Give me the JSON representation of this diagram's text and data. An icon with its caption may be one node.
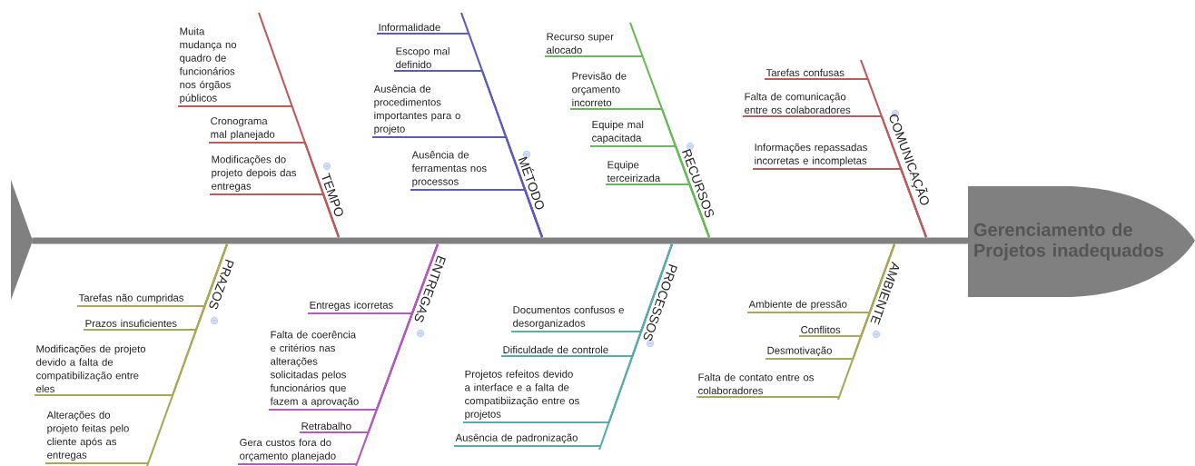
{
  "diagram": {
    "nodes": [
      {
        "text": [
          "Gerenciamento de Projetos inadequados"
        ]
      },
      {
        "text": [],
        "shape": "bar"
      },
      {
        "text": [
          "Muita mudança no quadro de funcionários nos órgãos públicos"
        ]
      },
      {
        "text": [
          "Cronograma mal planejado"
        ]
      },
      {
        "text": [
          "Modificações do projeto depois das entregas"
        ]
      },
      {
        "text": [
          "Informalidade"
        ]
      },
      {
        "text": [
          "Escopo mal definido"
        ]
      },
      {
        "text": [
          "Ausência de procedimentos importantes para o projeto"
        ]
      },
      {
        "text": [
          "Ausência de ferramentas nos processos"
        ]
      },
      {
        "text": [
          "Recurso super alocado"
        ]
      },
      {
        "text": [
          "Previsão de orçamento incorreto"
        ]
      },
      {
        "text": [
          "Equipe mal capacitada"
        ]
      },
      {
        "text": [
          "Equipe terceirizada"
        ]
      },
      {
        "text": [
          "Tarefas confusas"
        ]
      },
      {
        "text": [
          "Falta de comunicação entre os colaboradores"
        ]
      },
      {
        "text": [
          "Informações repassadas incorretas e incompletas"
        ]
      },
      {
        "text": [
          "Tarefas não cumpridas"
        ]
      },
      {
        "text": [
          "Prazos insuficientes"
        ]
      },
      {
        "text": [
          "Modificações de projeto devido a falta de compatibilização entre eles"
        ]
      },
      {
        "text": [
          "Alterações do projeto feitas pelo cliente após as entregas"
        ]
      },
      {
        "text": [
          "Entregas icorretas"
        ]
      },
      {
        "text": [
          "Falta de coerência e critérios nas alterações solicitadas pelos funcionários que fazem a aprovação"
        ]
      },
      {
        "text": [
          "Retrabalho"
        ]
      },
      {
        "text": [
          "Gera custos fora do orçamento planejado"
        ]
      },
      {
        "text": [
          "Documentos confusos e desorganizados"
        ]
      },
      {
        "text": [
          "Dificuldade de controle"
        ]
      },
      {
        "text": [
          "Projetos refeitos devido a interface e a falta de compatibiização entre os projetos"
        ]
      },
      {
        "text": [
          "Ausência de padronização"
        ]
      },
      {
        "text": [
          "Ambiente de pressão"
        ]
      },
      {
        "text": [
          "Conflitos"
        ]
      },
      {
        "text": [
          "Desmotivação"
        ]
      },
      {
        "text": [
          "Falta de contato entre os colaboradores"
        ]
      }
    ],
    "edges": [
      {
        "from": 2,
        "to": 1,
        "arrow": "none",
        "color": "#b85c5c",
        "label": "TEMPO"
      },
      {
        "from": 3,
        "to": 1,
        "arrow": "none",
        "color": "#b85c5c"
      },
      {
        "from": 4,
        "to": 1,
        "arrow": "none",
        "color": "#b85c5c"
      },
      {
        "from": 5,
        "to": 1,
        "arrow": "none",
        "color": "#5c5cb8",
        "label": "MÉTODO"
      },
      {
        "from": 6,
        "to": 1,
        "arrow": "none",
        "color": "#5c5cb8"
      },
      {
        "from": 7,
        "to": 1,
        "arrow": "none",
        "color": "#5c5cb8"
      },
      {
        "from": 8,
        "to": 1,
        "arrow": "none",
        "color": "#5c5cb8"
      },
      {
        "from": 9,
        "to": 1,
        "arrow": "none",
        "color": "#6ab85c",
        "label": "RECURSOS"
      },
      {
        "from": 10,
        "to": 1,
        "arrow": "none",
        "color": "#6ab85c"
      },
      {
        "from": 11,
        "to": 1,
        "arrow": "none",
        "color": "#6ab85c"
      },
      {
        "from": 12,
        "to": 1,
        "arrow": "none",
        "color": "#6ab85c"
      },
      {
        "from": 13,
        "to": 1,
        "arrow": "none",
        "color": "#b85c5c",
        "label": "COMUNICAÇÃO"
      },
      {
        "from": 14,
        "to": 1,
        "arrow": "none",
        "color": "#b85c5c"
      },
      {
        "from": 15,
        "to": 1,
        "arrow": "none",
        "color": "#b85c5c"
      },
      {
        "from": 16,
        "to": 1,
        "arrow": "none",
        "color": "#a8a85a"
      },
      {
        "from": 17,
        "to": 1,
        "arrow": "none",
        "color": "#a8a85a"
      },
      {
        "from": 18,
        "to": 1,
        "arrow": "none",
        "color": "#a8a85a"
      },
      {
        "from": 19,
        "to": 1,
        "arrow": "none",
        "color": "#a8a85a",
        "label": "PRAZOS"
      },
      {
        "from": 20,
        "to": 1,
        "arrow": "none",
        "color": "#b05cb8"
      },
      {
        "from": 21,
        "to": 1,
        "arrow": "none",
        "color": "#b05cb8"
      },
      {
        "from": 22,
        "to": 1,
        "arrow": "none",
        "color": "#b05cb8"
      },
      {
        "from": 23,
        "to": 1,
        "arrow": "none",
        "color": "#b05cb8",
        "label": "ENTREGAS"
      },
      {
        "from": 24,
        "to": 1,
        "arrow": "none",
        "color": "#5cabab"
      },
      {
        "from": 25,
        "to": 1,
        "arrow": "none",
        "color": "#5cabab"
      },
      {
        "from": 26,
        "to": 1,
        "arrow": "none",
        "color": "#5cabab"
      },
      {
        "from": 27,
        "to": 1,
        "arrow": "none",
        "color": "#5cabab",
        "label": "PROCESSOS"
      },
      {
        "from": 28,
        "to": 1,
        "arrow": "none",
        "color": "#a8a85a"
      },
      {
        "from": 29,
        "to": 1,
        "arrow": "none",
        "color": "#a8a85a"
      },
      {
        "from": 30,
        "to": 1,
        "arrow": "none",
        "color": "#a8a85a"
      },
      {
        "from": 31,
        "to": 1,
        "arrow": "none",
        "color": "#a8a85a",
        "label": "AMBIENTE"
      }
    ]
  }
}
